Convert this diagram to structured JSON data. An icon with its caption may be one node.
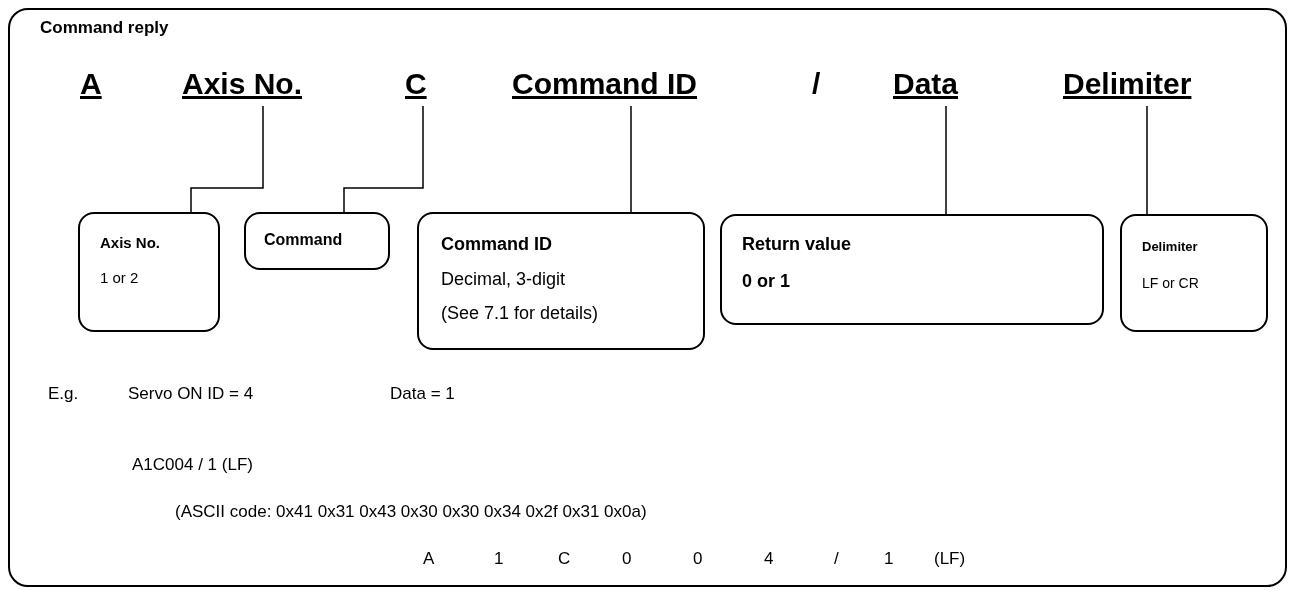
{
  "diagram": {
    "nodes": [
      {
        "text": [
          "Command reply"
        ]
      },
      {
        "text": [
          "Axis No."
        ],
        "in": 0
      },
      {
        "text": [
          "C"
        ],
        "in": 0
      },
      {
        "text": [
          "Command ID"
        ],
        "in": 0
      },
      {
        "text": [
          "Data"
        ],
        "in": 0
      },
      {
        "text": [
          "Delimiter"
        ],
        "in": 0
      },
      {
        "text": [
          "Axis No.",
          "1 or 2"
        ],
        "in": 0
      },
      {
        "text": [
          "Command"
        ],
        "in": 0
      },
      {
        "text": [
          "Command ID",
          "Decimal, 3-digit",
          "(See 7.1 for details)"
        ],
        "in": 0
      },
      {
        "text": [
          "Return value",
          "0 or 1"
        ],
        "in": 0
      },
      {
        "text": [
          "Delimiter",
          "LF or CR"
        ],
        "in": 0
      }
    ],
    "edges": [
      {
        "from": 1,
        "to": 6,
        "arrow": "none"
      },
      {
        "from": 2,
        "to": 7,
        "arrow": "none"
      },
      {
        "from": 3,
        "to": 8,
        "arrow": "none"
      },
      {
        "from": 4,
        "to": 9,
        "arrow": "none"
      },
      {
        "from": 5,
        "to": 10,
        "arrow": "none"
      }
    ],
    "labels": [
      "A",
      "/",
      "E.g.",
      "Servo ON ID = 4",
      "Data = 1",
      "A1C004 / 1 (LF)",
      "(ASCII code: 0x41 0x31 0x43 0x30 0x30 0x34 0x2f 0x31 0x0a)",
      "A",
      "1",
      "C",
      "0",
      "0",
      "4",
      "/",
      "1",
      "(LF)"
    ]
  }
}
